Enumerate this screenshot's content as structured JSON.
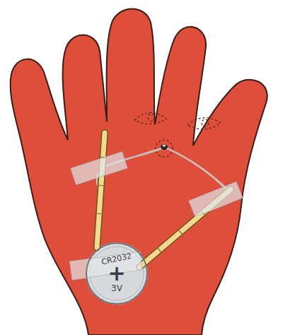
{
  "diagram": {
    "nodes": [
      {
        "text": [
          "CR2032",
          "+",
          "3V"
        ]
      }
    ]
  }
}
